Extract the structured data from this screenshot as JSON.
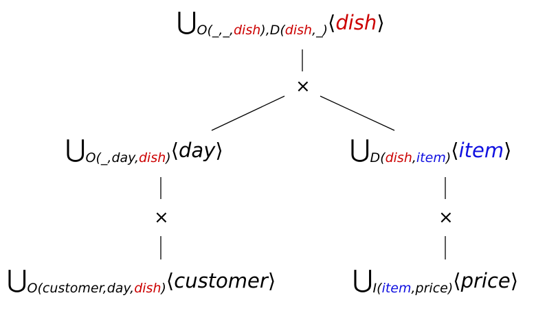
{
  "colors": {
    "red": "#cc0000",
    "blue": "#1010e0",
    "black": "#000000"
  },
  "union_symbol": "⋃",
  "times_symbol": "×",
  "nodes": {
    "root": {
      "sub": [
        {
          "t": "O(",
          "c": "black"
        },
        {
          "t": "_",
          "c": "black"
        },
        {
          "t": ",",
          "c": "black"
        },
        {
          "t": "_",
          "c": "black"
        },
        {
          "t": ",",
          "c": "black"
        },
        {
          "t": "dish",
          "c": "red"
        },
        {
          "t": "),D(",
          "c": "black"
        },
        {
          "t": "dish",
          "c": "red"
        },
        {
          "t": ",",
          "c": "black"
        },
        {
          "t": "_",
          "c": "black"
        },
        {
          "t": ")",
          "c": "black"
        }
      ],
      "label": {
        "t": "dish",
        "c": "red"
      }
    },
    "left_mid": {
      "sub": [
        {
          "t": "O(",
          "c": "black"
        },
        {
          "t": "_",
          "c": "black"
        },
        {
          "t": ",",
          "c": "black"
        },
        {
          "t": "day",
          "c": "black"
        },
        {
          "t": ",",
          "c": "black"
        },
        {
          "t": "dish",
          "c": "red"
        },
        {
          "t": ")",
          "c": "black"
        }
      ],
      "label": {
        "t": "day",
        "c": "black"
      }
    },
    "right_mid": {
      "sub": [
        {
          "t": "D(",
          "c": "black"
        },
        {
          "t": "dish",
          "c": "red"
        },
        {
          "t": ",",
          "c": "black"
        },
        {
          "t": "item",
          "c": "blue"
        },
        {
          "t": ")",
          "c": "black"
        }
      ],
      "label": {
        "t": "item",
        "c": "blue"
      }
    },
    "left_leaf": {
      "sub": [
        {
          "t": "O(",
          "c": "black"
        },
        {
          "t": "customer",
          "c": "black"
        },
        {
          "t": ",",
          "c": "black"
        },
        {
          "t": "day",
          "c": "black"
        },
        {
          "t": ",",
          "c": "black"
        },
        {
          "t": "dish",
          "c": "red"
        },
        {
          "t": ")",
          "c": "black"
        }
      ],
      "label": {
        "t": "customer",
        "c": "black"
      }
    },
    "right_leaf": {
      "sub": [
        {
          "t": "I(",
          "c": "black"
        },
        {
          "t": "item",
          "c": "blue"
        },
        {
          "t": ",",
          "c": "black"
        },
        {
          "t": "price",
          "c": "black"
        },
        {
          "t": ")",
          "c": "black"
        }
      ],
      "label": {
        "t": "price",
        "c": "black"
      }
    }
  }
}
